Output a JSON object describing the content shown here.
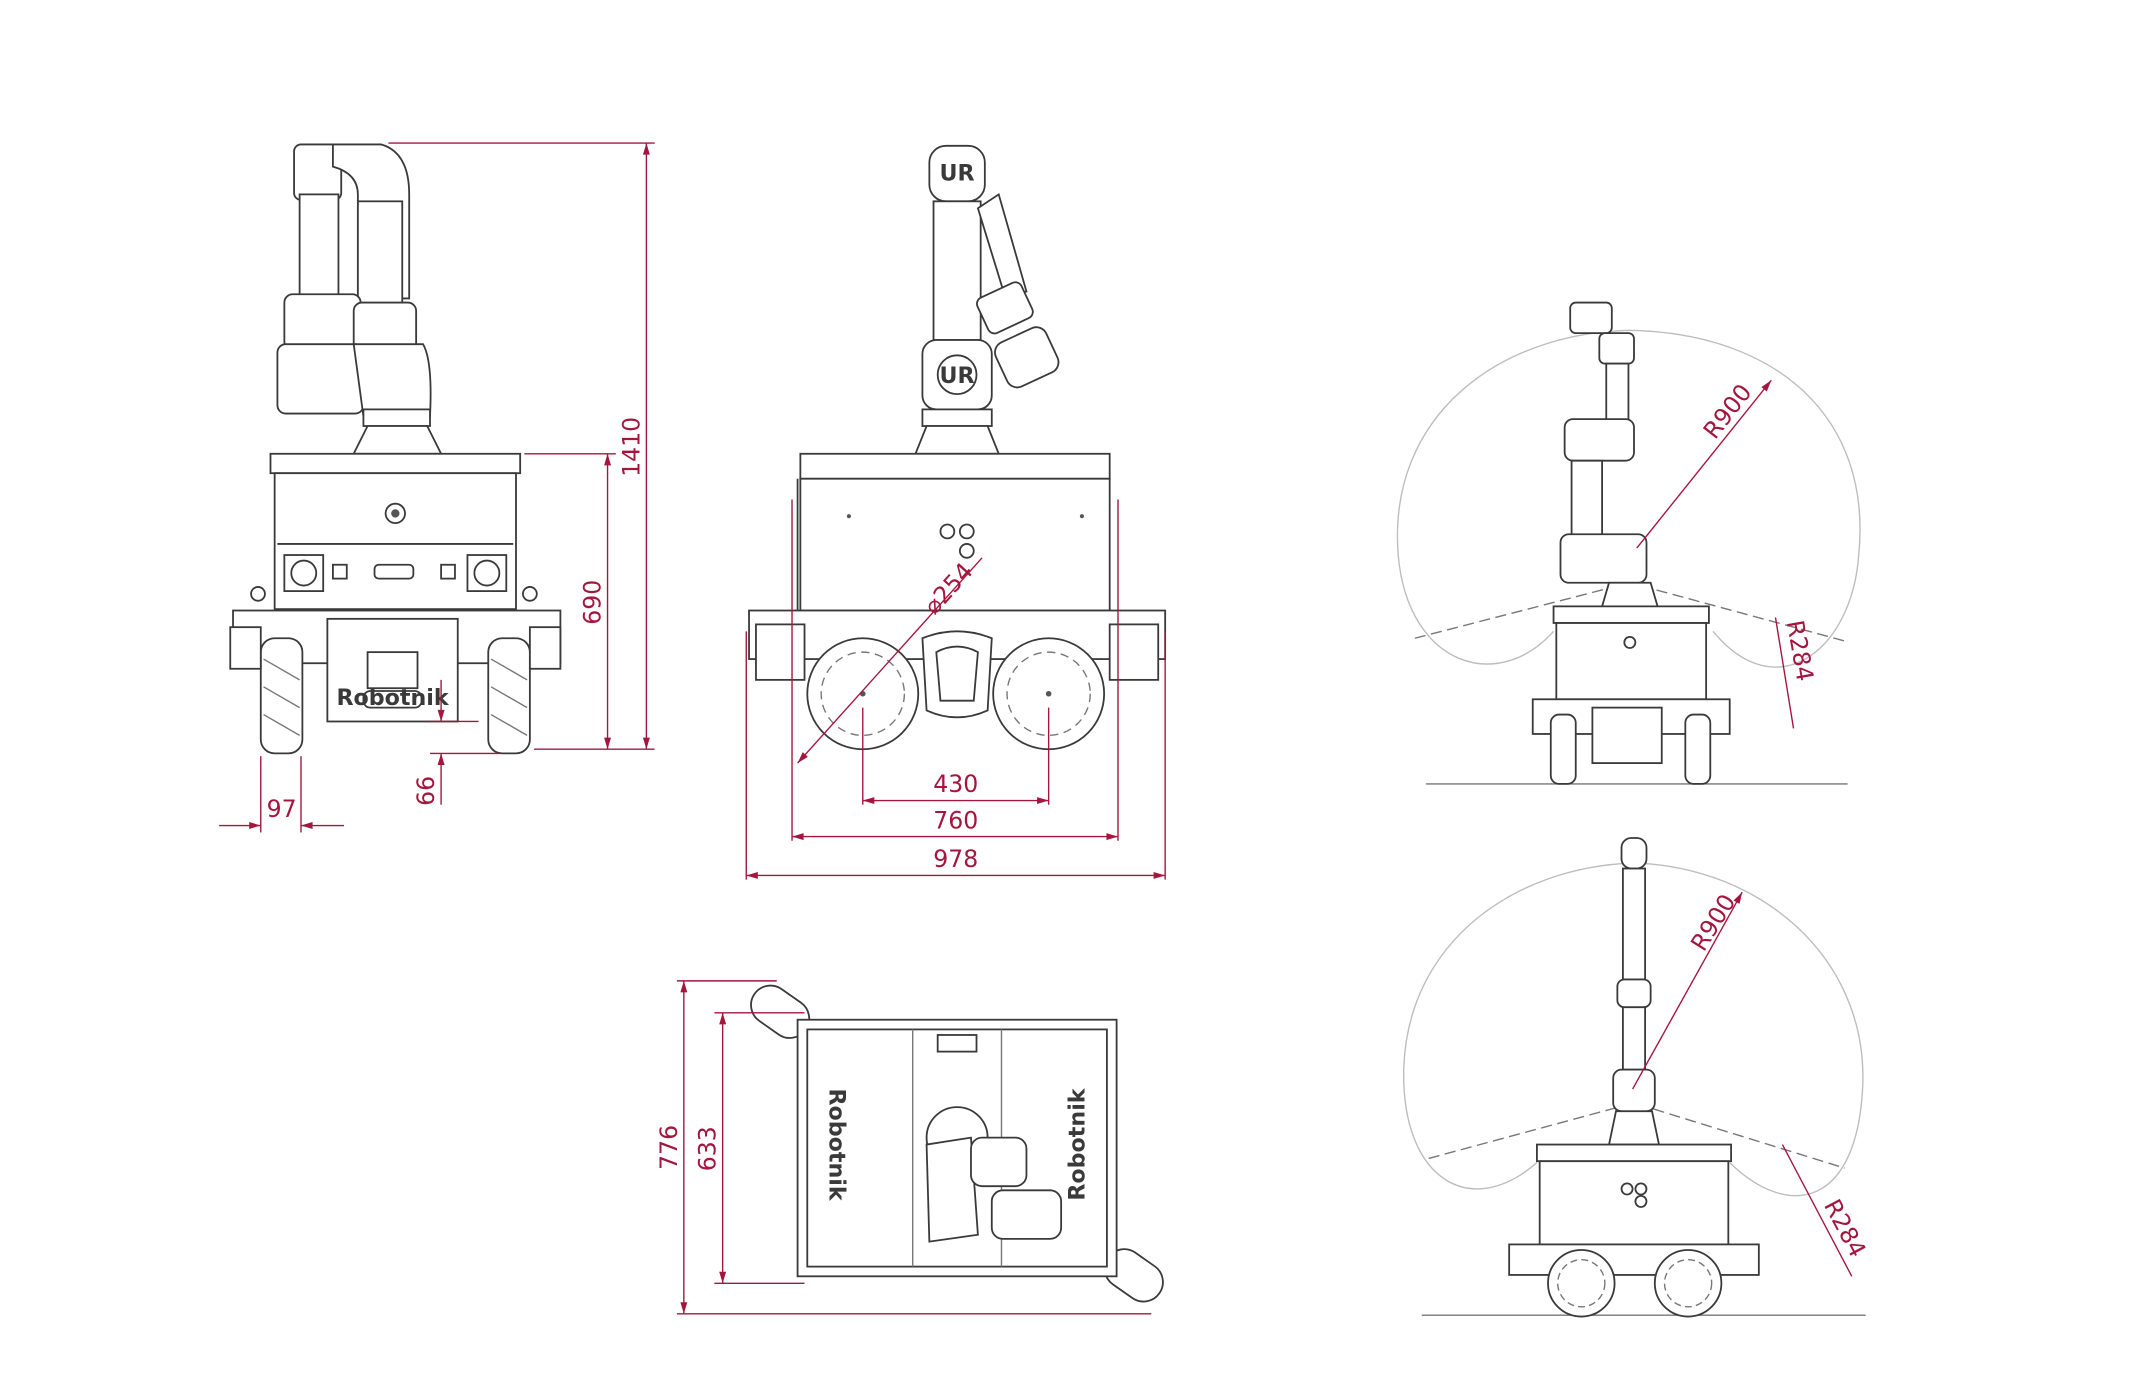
{
  "colors": {
    "dimension": "#a5163f",
    "line": "#3a3a3a",
    "envelope": "#bdbdbd"
  },
  "side_view": {
    "height_total": "1410",
    "height_base": "690",
    "wheel_offset": "97",
    "ground_clearance": "66",
    "logo": "Robotnik"
  },
  "front_view": {
    "wheel_diameter": "⌀254",
    "wheel_spacing": "430",
    "track_width": "760",
    "overall_width": "978",
    "arm_logo": "UR"
  },
  "top_view": {
    "overall_length": "776",
    "base_length": "633",
    "logo_left": "Robotnik",
    "logo_right": "Robotnik"
  },
  "reach_view_side": {
    "arm_reach": "R900",
    "base_radius": "R284"
  },
  "reach_view_front": {
    "arm_reach": "R900",
    "base_radius": "R284"
  }
}
